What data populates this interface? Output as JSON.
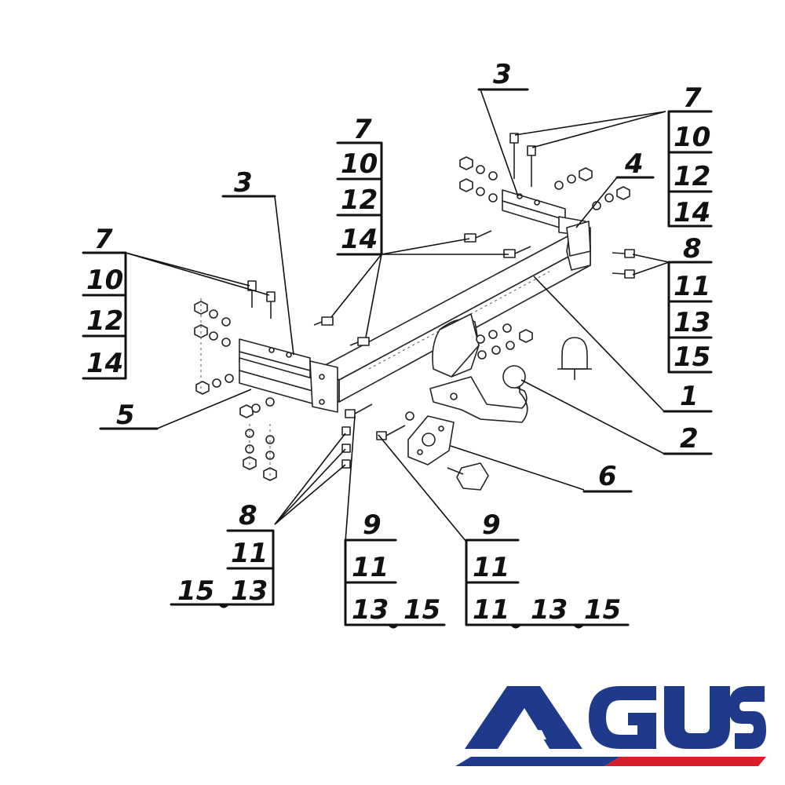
{
  "brand": {
    "name": "AGUS",
    "primary_color": "#1f3a8a",
    "accent_color": "#d81e2a"
  },
  "labels": {
    "part_1": "1",
    "part_2": "2",
    "part_3_left": "3",
    "part_3_right": "3",
    "part_4": "4",
    "part_5": "5",
    "part_6": "6",
    "stack_left_7": [
      "7",
      "10",
      "12",
      "14"
    ],
    "stack_center_7": [
      "7",
      "10",
      "12",
      "14"
    ],
    "stack_right_7": [
      "7",
      "10",
      "12",
      "14"
    ],
    "stack_right_8": [
      "8",
      "11",
      "13",
      "15"
    ],
    "stack_bottom_8": [
      "8",
      "11",
      "13"
    ],
    "stack_bottom_8_extra": "15",
    "stack_center_9": [
      "9",
      "11",
      "13"
    ],
    "stack_center_9_extra": "15",
    "stack_right_9": [
      "9",
      "11",
      "11"
    ],
    "stack_right_9_extra": [
      "13",
      "15"
    ]
  }
}
